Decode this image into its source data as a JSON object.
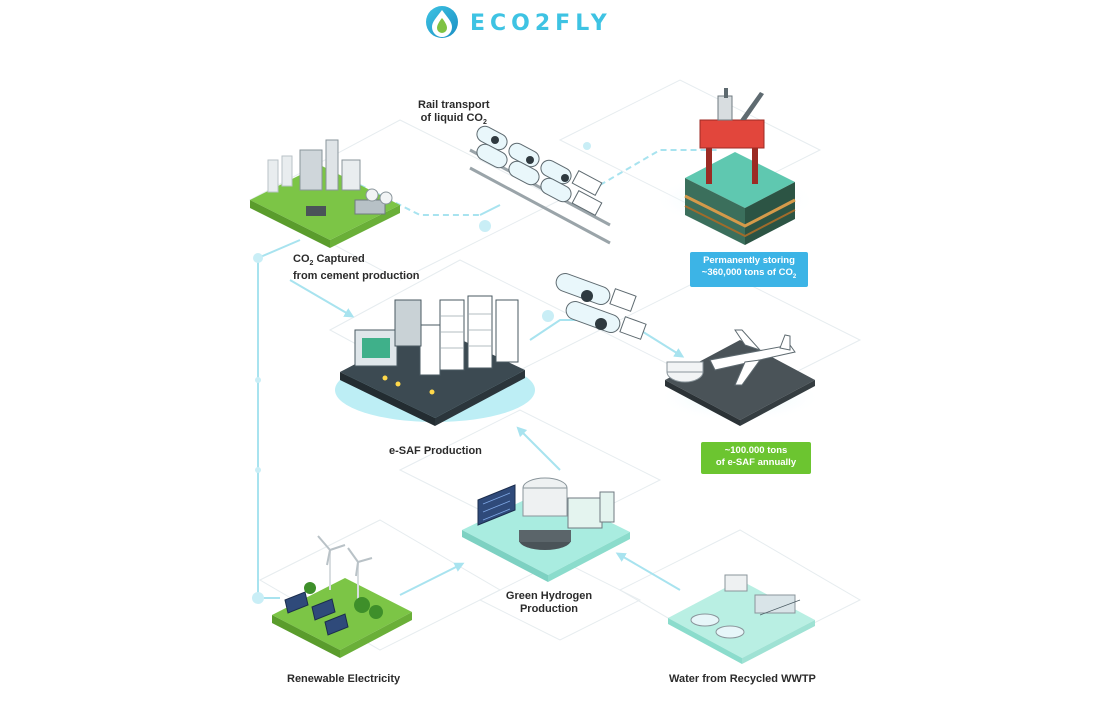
{
  "header": {
    "logo_text": "ECO2FLY",
    "logo_color": "#3ec3e3",
    "logo_accent": "#7fc242"
  },
  "nodes": {
    "co2_capture": {
      "line1": "CO",
      "sub": "2",
      "line1_rest": " Captured",
      "line2": "from cement production"
    },
    "rail": {
      "line1": "Rail transport",
      "line2": "of liquid CO",
      "sub": "2"
    },
    "offshore": {
      "line1": "Permanently storing",
      "line2": "~360,000 tons of CO",
      "sub": "2"
    },
    "esaf_production": {
      "label": "e-SAF Production"
    },
    "airport": {
      "line1": "~100.000 tons",
      "line2": "of e-SAF annually"
    },
    "hydrogen": {
      "line1": "Green Hydrogen",
      "line2": "Production"
    },
    "renewables": {
      "label": "Renewable Electricity"
    },
    "water": {
      "label": "Water from Recycled WWTP"
    }
  },
  "colors": {
    "callout_blue": "#3cb4e6",
    "callout_green": "#6cc530",
    "flow_line": "#a8e3ef",
    "platform_green": "#7cc546",
    "platform_teal": "#9fe6d8",
    "grid_line": "#e6ecef"
  }
}
